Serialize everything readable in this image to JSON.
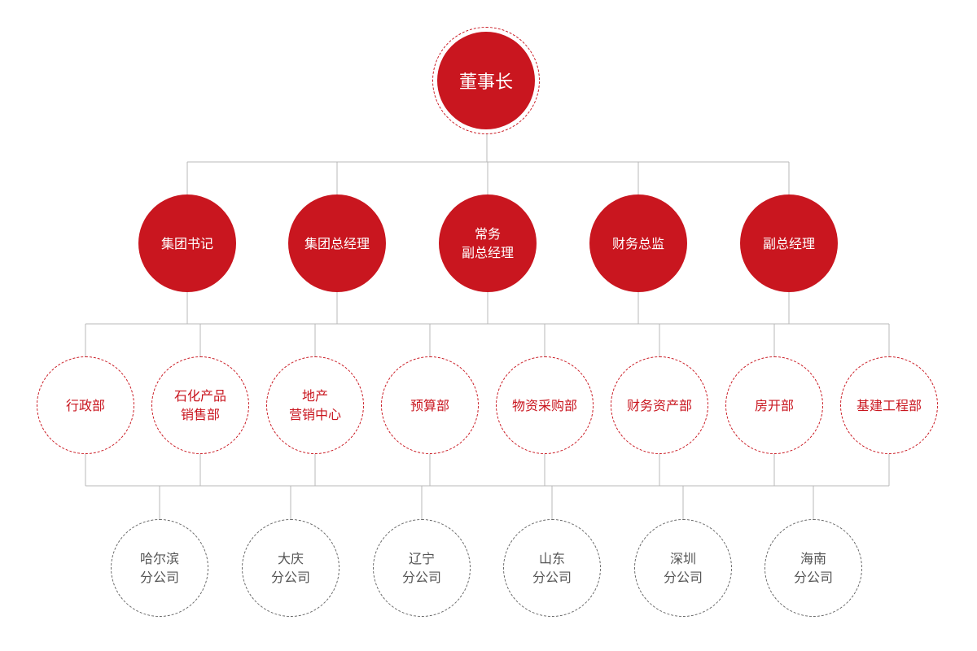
{
  "chairman": {
    "label": "董事长"
  },
  "executives": [
    {
      "lines": [
        "集团书记"
      ]
    },
    {
      "lines": [
        "集团总经理"
      ]
    },
    {
      "lines": [
        "常务",
        "副总经理"
      ]
    },
    {
      "lines": [
        "财务总监"
      ]
    },
    {
      "lines": [
        "副总经理"
      ]
    }
  ],
  "departments": [
    {
      "lines": [
        "行政部"
      ]
    },
    {
      "lines": [
        "石化产品",
        "销售部"
      ]
    },
    {
      "lines": [
        "地产",
        "营销中心"
      ]
    },
    {
      "lines": [
        "预算部"
      ]
    },
    {
      "lines": [
        "物资采购部"
      ]
    },
    {
      "lines": [
        "财务资产部"
      ]
    },
    {
      "lines": [
        "房开部"
      ]
    },
    {
      "lines": [
        "基建工程部"
      ]
    }
  ],
  "branches": [
    {
      "lines": [
        "哈尔滨",
        "分公司"
      ]
    },
    {
      "lines": [
        "大庆",
        "分公司"
      ]
    },
    {
      "lines": [
        "辽宁",
        "分公司"
      ]
    },
    {
      "lines": [
        "山东",
        "分公司"
      ]
    },
    {
      "lines": [
        "深圳",
        "分公司"
      ]
    },
    {
      "lines": [
        "海南",
        "分公司"
      ]
    }
  ],
  "colors": {
    "primary": "#c9161f",
    "connector": "#b8b8b8",
    "branch_border": "#666666"
  }
}
